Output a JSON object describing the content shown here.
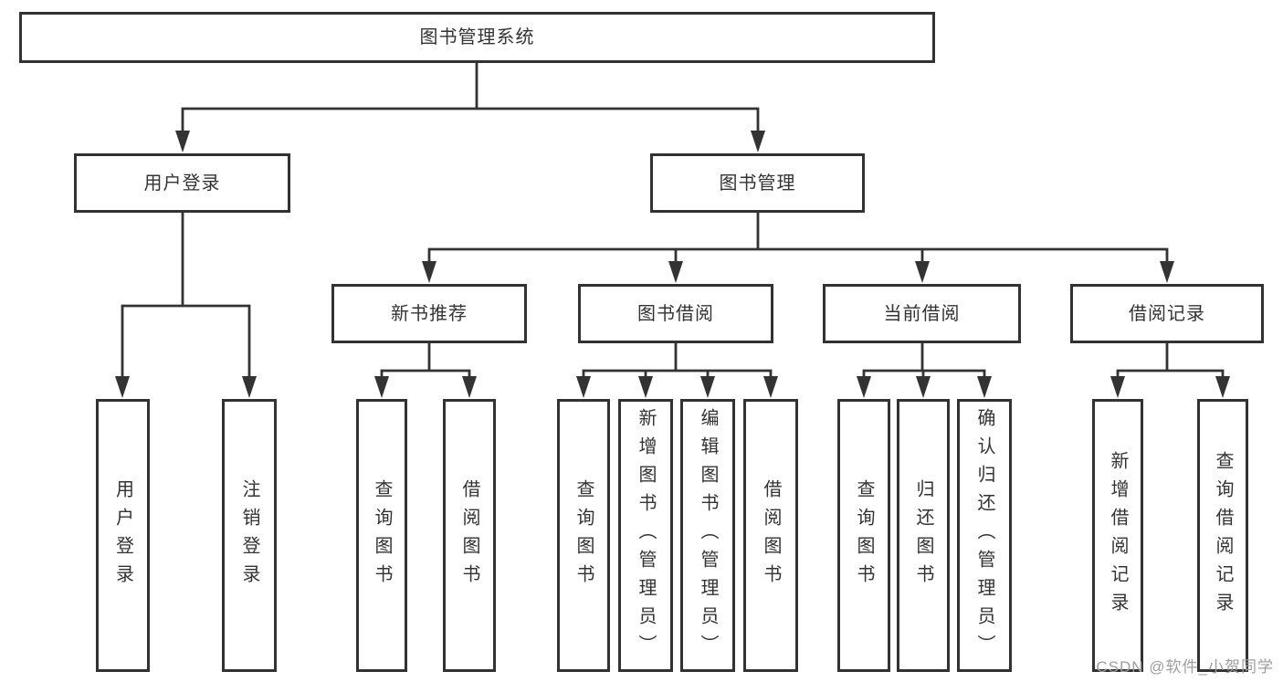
{
  "diagram": {
    "title": "图书管理系统",
    "tree": {
      "label": "图书管理系统",
      "children": [
        {
          "label": "用户登录",
          "children": [
            {
              "label": "用户登录"
            },
            {
              "label": "注销登录"
            }
          ]
        },
        {
          "label": "图书管理",
          "children": [
            {
              "label": "新书推荐",
              "children": [
                {
                  "label": "查询图书"
                },
                {
                  "label": "借阅图书"
                }
              ]
            },
            {
              "label": "图书借阅",
              "children": [
                {
                  "label": "查询图书"
                },
                {
                  "label": "新增图书（管理员）"
                },
                {
                  "label": "编辑图书（管理员）"
                },
                {
                  "label": "借阅图书"
                }
              ]
            },
            {
              "label": "当前借阅",
              "children": [
                {
                  "label": "查询图书"
                },
                {
                  "label": "归还图书"
                },
                {
                  "label": "确认归还（管理员）"
                }
              ]
            },
            {
              "label": "借阅记录",
              "children": [
                {
                  "label": "新增借阅记录"
                },
                {
                  "label": "查询借阅记录"
                }
              ]
            }
          ]
        }
      ]
    },
    "colors": {
      "line": "#333333",
      "text": "#333333",
      "watermark": "#9e9e9e",
      "background": "#ffffff"
    }
  },
  "watermark": {
    "text": "CSDN @软件_小贺同学"
  }
}
